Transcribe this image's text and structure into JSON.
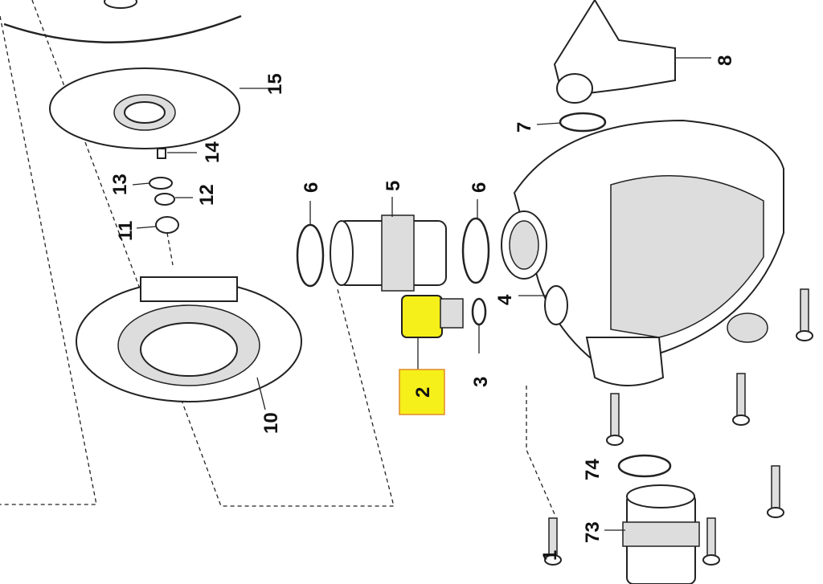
{
  "diagram": {
    "labels": {
      "p1": "1",
      "p2": "2",
      "p3": "3",
      "p4": "4",
      "p5": "5",
      "p6a": "6",
      "p6b": "6",
      "p7": "7",
      "p8": "8",
      "p10": "10",
      "p11": "11",
      "p12": "12",
      "p13": "13",
      "p14": "14",
      "p15": "15",
      "p73": "73",
      "p74": "74"
    },
    "highlight_color": "#f5ef1a",
    "highlight_border": "#e08a2a"
  }
}
